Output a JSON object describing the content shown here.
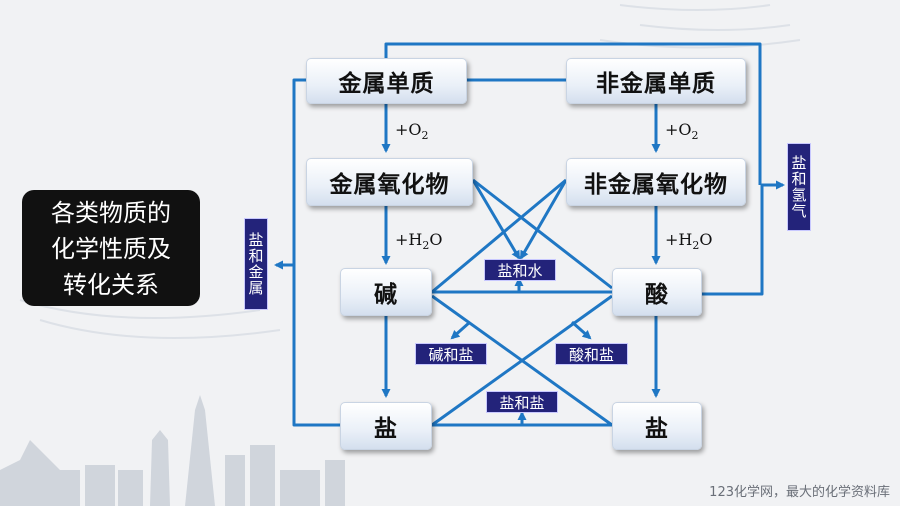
{
  "title": {
    "line1": "各类物质的",
    "line2": "化学性质及",
    "line3": "转化关系"
  },
  "nodes": {
    "metal": "金属单质",
    "nonmetal": "非金属单质",
    "metal_oxide": "金属氧化物",
    "nonmetal_oxide": "非金属氧化物",
    "base": "碱",
    "acid": "酸",
    "salt_left": "盐",
    "salt_right": "盐"
  },
  "conditions": {
    "o2": {
      "prefix": "+O",
      "sub": "2"
    },
    "h2o": {
      "prefix": "+H",
      "sub": "2",
      "suffix": "O"
    }
  },
  "tags": {
    "salt_water": "盐和水",
    "base_salt": "碱和盐",
    "acid_salt": "酸和盐",
    "salt_salt": "盐和盐",
    "salt_hydrogen": "盐和氢气",
    "salt_metal": "盐和金属"
  },
  "colors": {
    "line": "#1f77c4",
    "tag_bg": "#23237a"
  },
  "footer": "123化学网，最大的化学资料库"
}
